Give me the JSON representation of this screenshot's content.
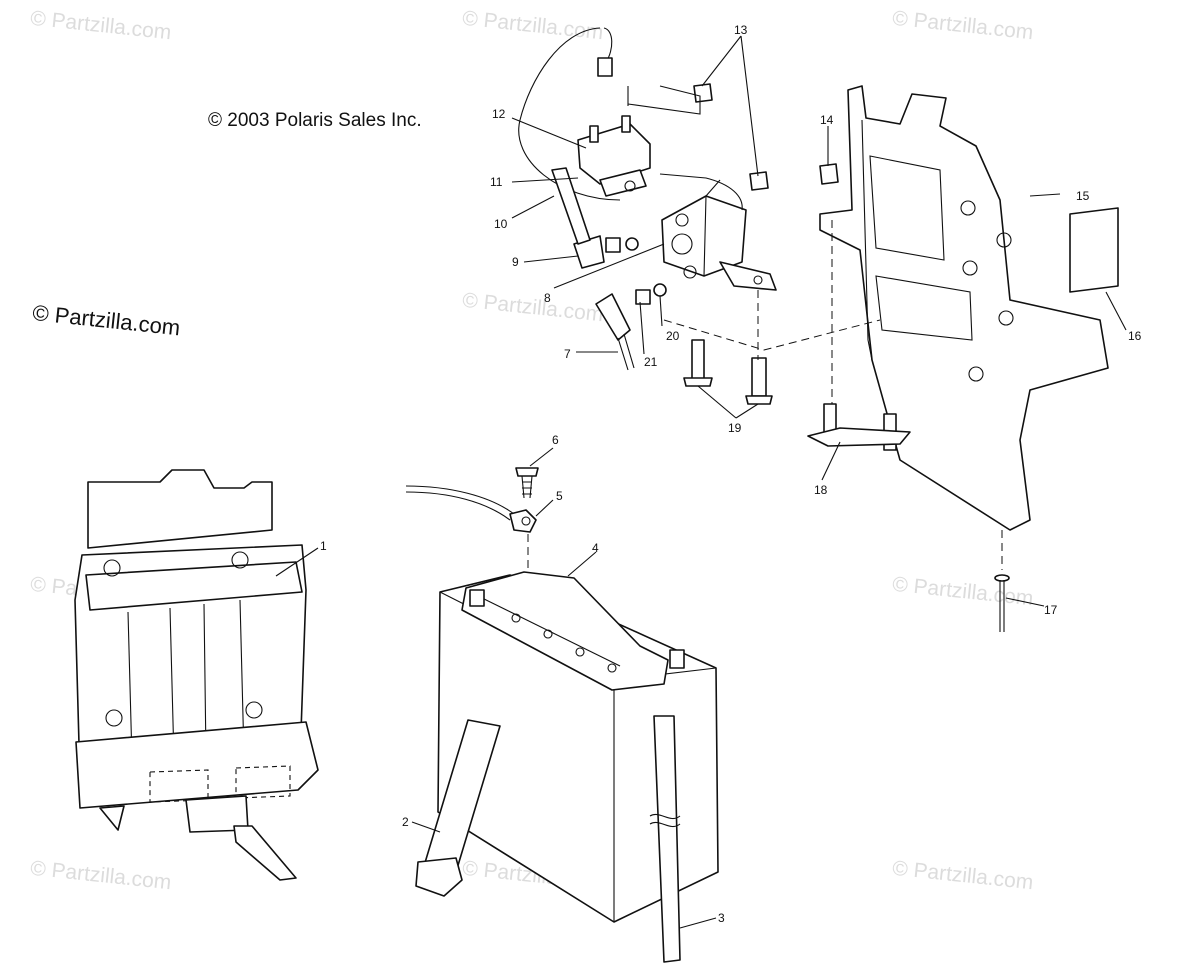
{
  "copyright": "© 2003 Polaris Sales Inc.",
  "brand": "© Partzilla.com",
  "watermark": "© Partzilla.com",
  "callouts": [
    "1",
    "2",
    "3",
    "4",
    "5",
    "6",
    "7",
    "8",
    "9",
    "10",
    "11",
    "12",
    "13",
    "14",
    "15",
    "16",
    "17",
    "18",
    "19",
    "20",
    "21"
  ]
}
